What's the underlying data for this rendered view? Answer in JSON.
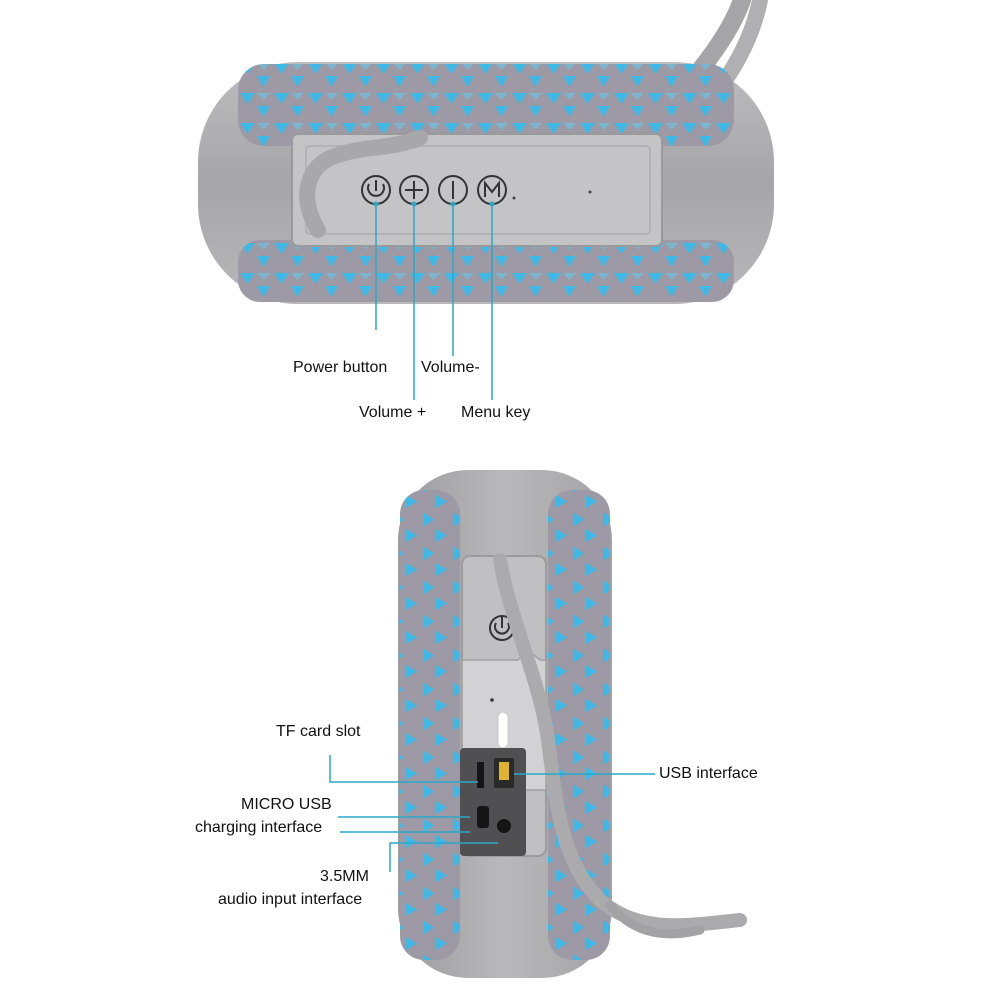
{
  "top_view": {
    "callouts": {
      "power": "Power button",
      "volume_plus": "Volume +",
      "volume_minus": "Volume-",
      "menu": "Menu key"
    }
  },
  "side_view": {
    "callouts": {
      "tf_card": "TF card slot",
      "micro_usb_line1": "MICRO USB",
      "micro_usb_line2": "charging interface",
      "aux_line1": "3.5MM",
      "aux_line2": "audio input interface",
      "usb": "USB interface"
    }
  },
  "colors": {
    "body_gray": "#a9a9ab",
    "panel_gray": "#c2c2c4",
    "fabric_blue": "#3fb8e6",
    "fabric_gray": "#9d9aa6",
    "line_teal": "#2aa7c9"
  },
  "icons": [
    "power-icon",
    "plus-icon",
    "minus-icon",
    "menu-m-icon",
    "usb-port-icon"
  ]
}
